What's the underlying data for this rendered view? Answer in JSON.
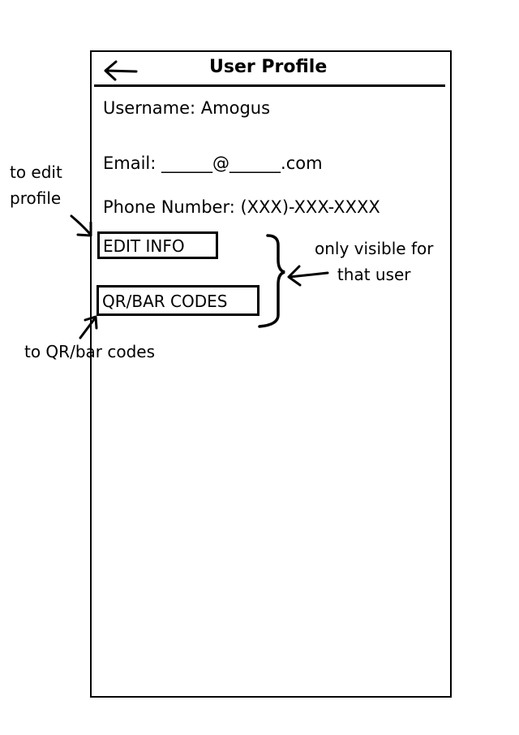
{
  "header": {
    "title": "User Profile",
    "back_icon": "left-arrow-icon"
  },
  "profile": {
    "username": "Username: Amogus",
    "email": "Email: ______@______.com",
    "phone": "Phone Number: (XXX)-XXX-XXXX"
  },
  "actions": {
    "edit_info_label": "EDIT INFO",
    "qr_codes_label": "QR/BAR CODES"
  },
  "annotations": {
    "edit_note_line1": "to edit",
    "edit_note_line2": "profile",
    "visibility_note_line1": "only visible for",
    "visibility_note_line2": "that user",
    "qr_note": "to QR/bar codes"
  }
}
